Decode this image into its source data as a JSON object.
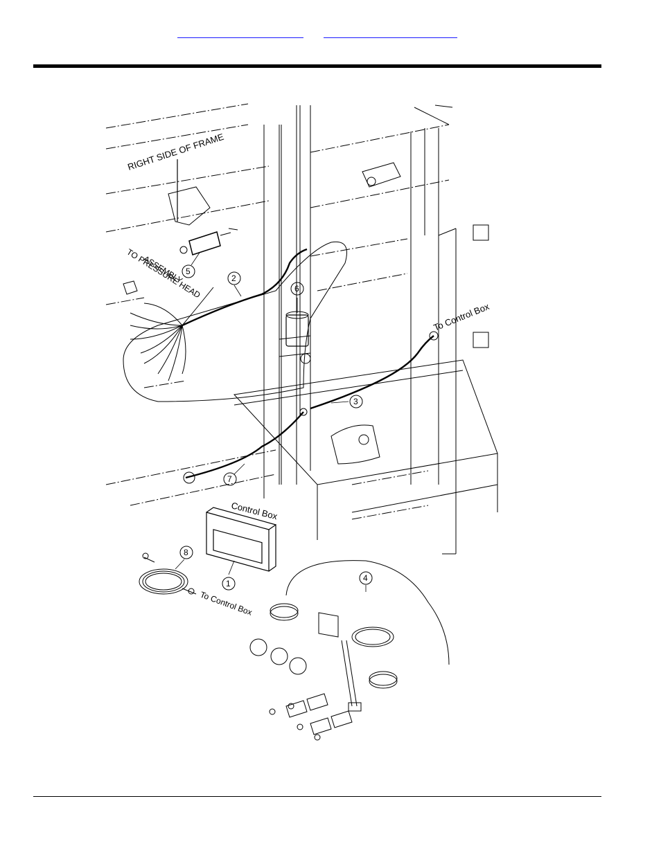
{
  "header": {
    "links": [
      {
        "label": "",
        "color": "#1a1aff"
      },
      {
        "label": "",
        "color": "#1a1aff"
      }
    ]
  },
  "diagram": {
    "labels": {
      "frame": "RIGHT SIDE OF FRAME",
      "pressure_head": "TO PRESSURE HEAD",
      "assembly": "ASSEMBLY",
      "to_control_box": "To Control Box",
      "control_box": "Control Box"
    },
    "callouts": [
      "1",
      "2",
      "3",
      "4",
      "5",
      "6",
      "7",
      "8"
    ]
  }
}
